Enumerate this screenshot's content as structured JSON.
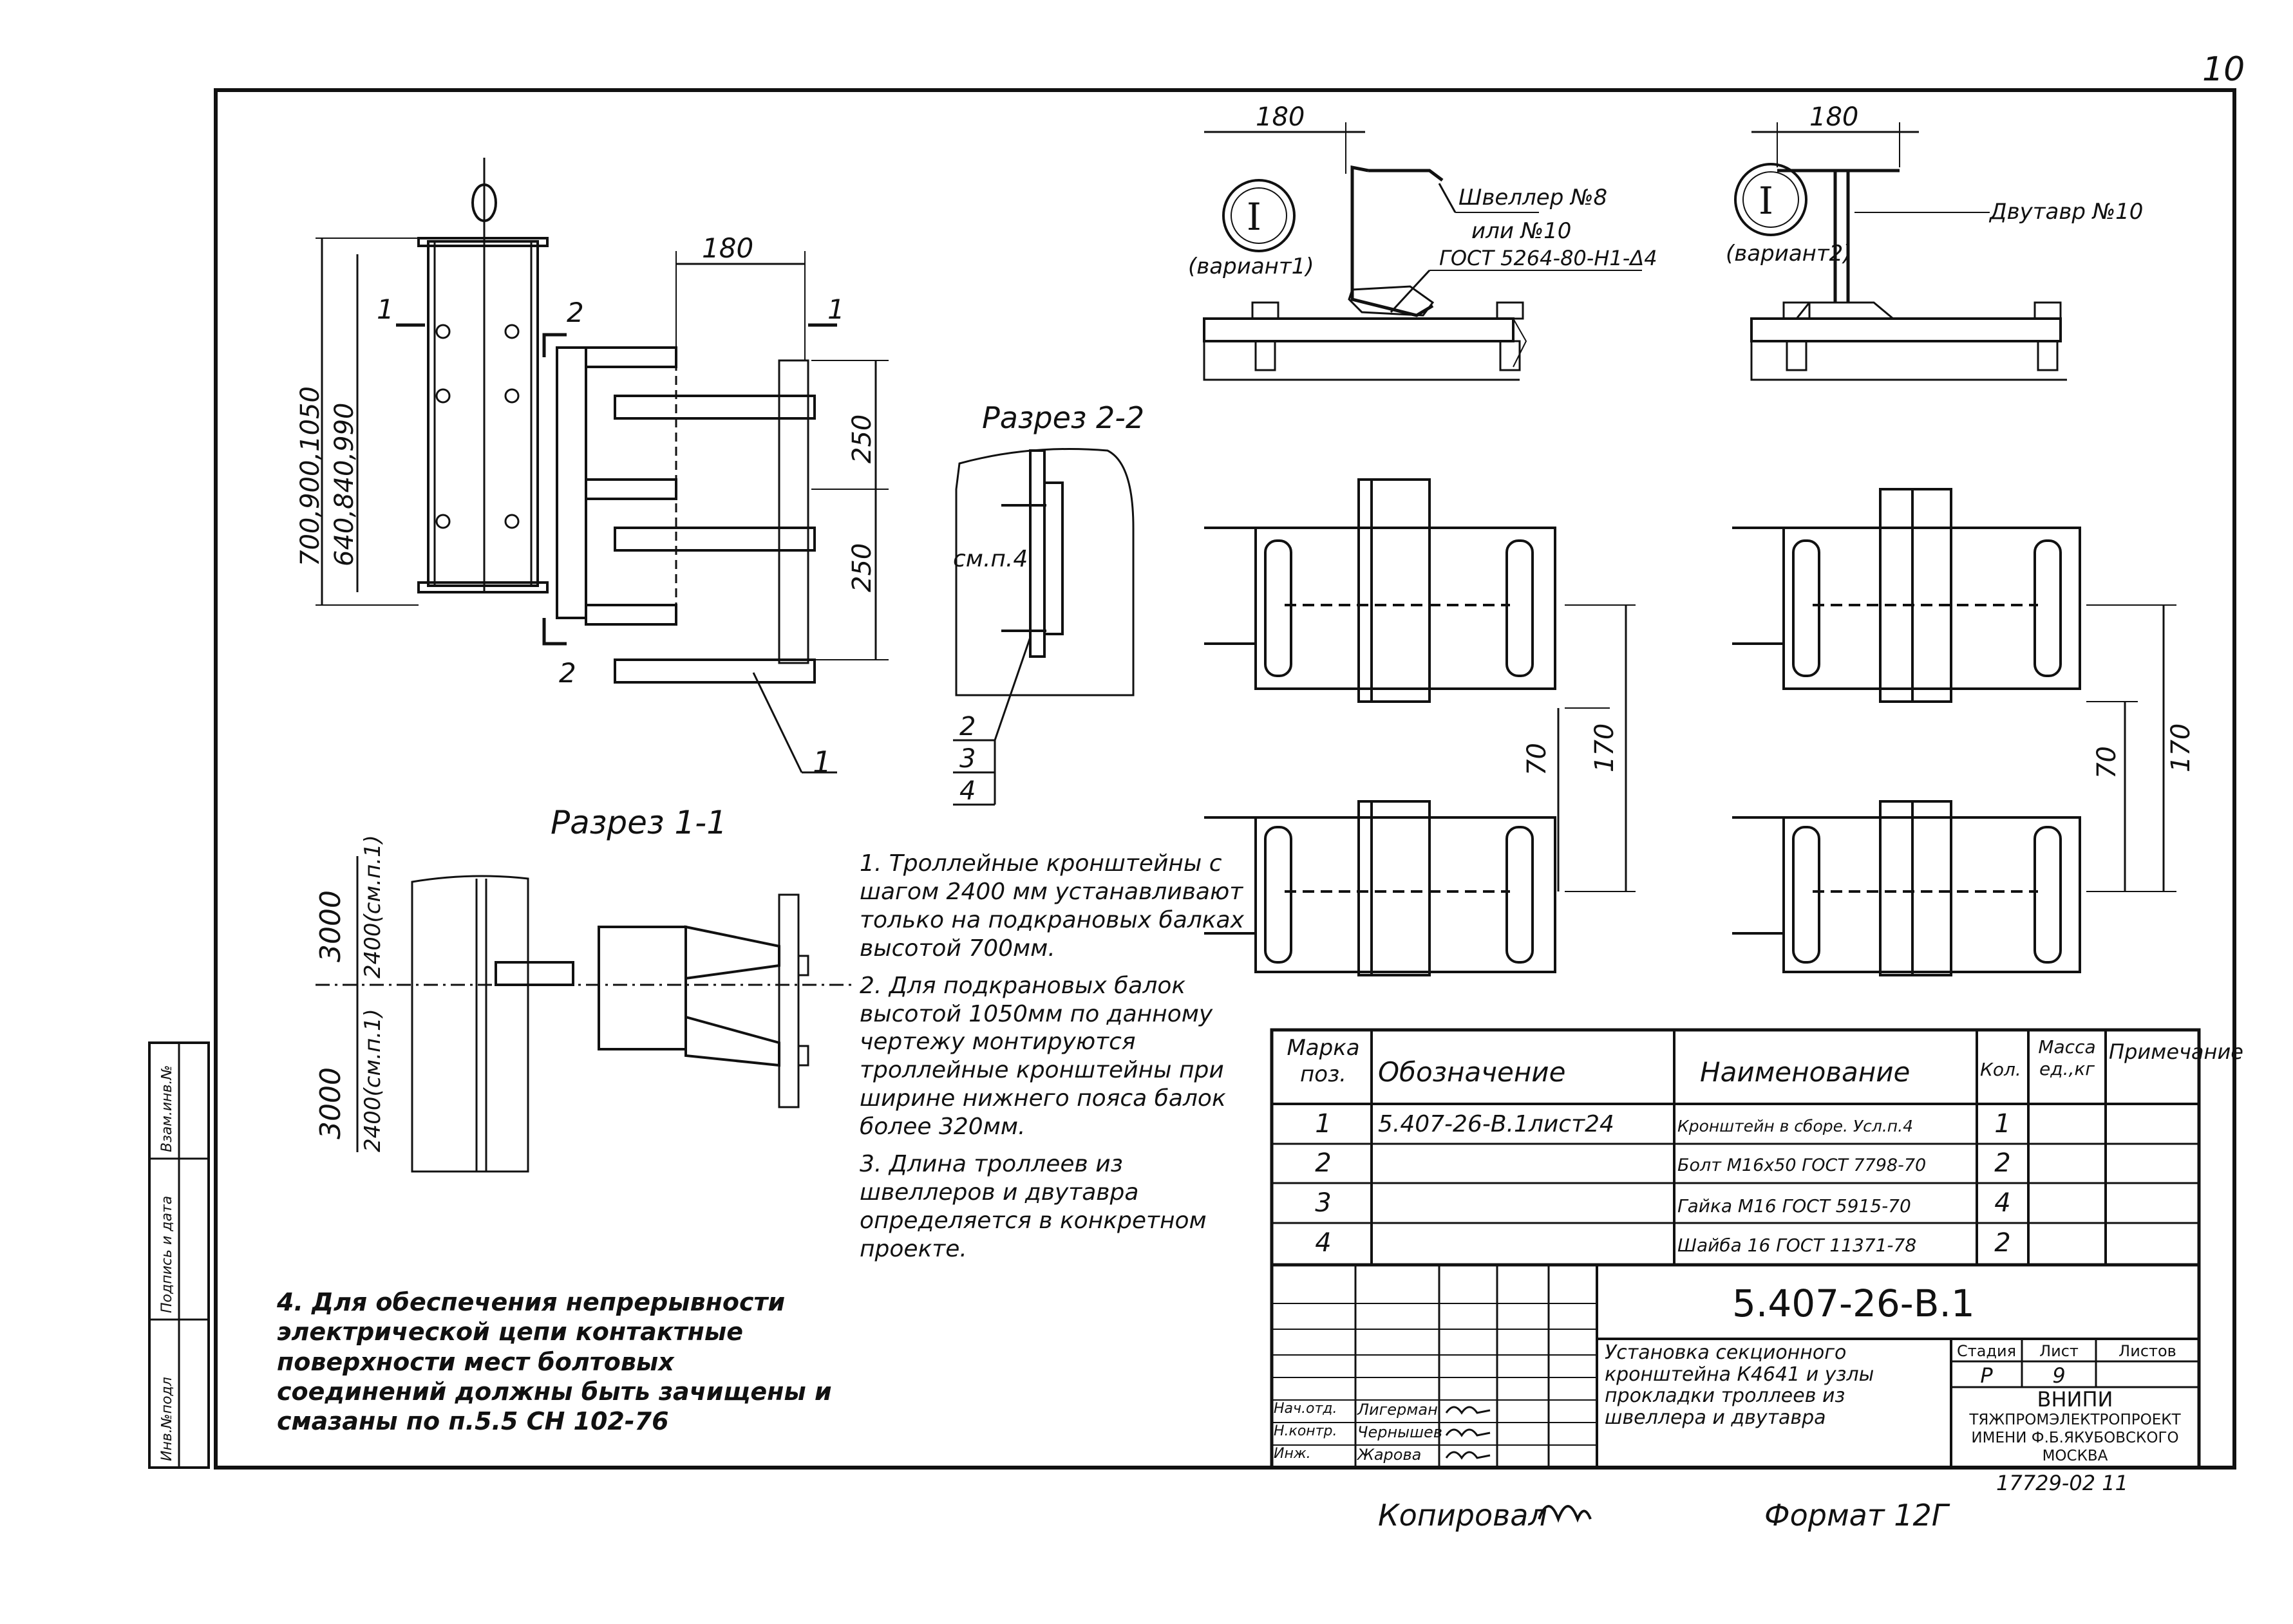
{
  "sheet_number": "10",
  "left_stamp": {
    "cells": [
      "Инв.№подл",
      "Подпись и дата",
      "Взам.инв.№"
    ]
  },
  "section_views": {
    "elevation": {
      "dim_width": "180",
      "dim_heights_outer": "700,900,1050",
      "dim_heights_inner": "640,840,990",
      "dim_spacing_top": "250",
      "dim_spacing_bottom": "250",
      "cut_1_left": "1",
      "cut_1_right": "1",
      "cut_2_top": "2",
      "cut_2_bottom": "2",
      "callout_1": "1"
    },
    "section_2_2": {
      "title": "Разрез 2-2",
      "ref_label": "см.п.4",
      "items": [
        "2",
        "3",
        "4"
      ]
    },
    "section_1_1": {
      "title": "Разрез 1-1",
      "dim_top_1": "3000",
      "dim_top_2": "2400(см.п.1)",
      "dim_bottom_1": "3000",
      "dim_bottom_2": "2400(см.п.1)"
    },
    "node_variant_1": {
      "dim": "180",
      "node_mark": "I",
      "variant": "(вариант1)",
      "profile_1": "Швеллер №8",
      "profile_2": "или №10",
      "standard": "ГОСТ 5264-80-Н1-Δ4"
    },
    "node_variant_2": {
      "dim": "180",
      "node_mark": "I",
      "variant": "(вариант2)",
      "profile": "Двутавр №10"
    },
    "plan_views": {
      "dim_small": "70",
      "dim_large": "170"
    }
  },
  "notes": [
    "1. Троллейные кронштейны с шагом 2400 мм устанавливают только на подкрановых балках высотой 700мм.",
    "2. Для подкрановых балок высотой 1050мм по данному чертежу монтируются троллейные кронштейны при ширине нижнего пояса балок более 320мм.",
    "3. Длина троллеев из швеллеров и двутавра определяется в конкретном проекте.",
    "4. Для обеспечения непрерывности электрической цепи контактные поверхности мест болтовых соединений должны быть зачищены и смазаны по п.5.5 СН 102-76"
  ],
  "spec_table": {
    "headers": [
      "Марка поз.",
      "Обозначение",
      "Наименование",
      "Кол.",
      "Масса ед.,кг",
      "Примечание"
    ],
    "rows": [
      [
        "1",
        "5.407-26-В.1лист24",
        "Кронштейн в сборе. Усл.п.4",
        "1",
        "",
        ""
      ],
      [
        "2",
        "",
        "Болт М16х50 ГОСТ 7798-70",
        "2",
        "",
        ""
      ],
      [
        "3",
        "",
        "Гайка М16 ГОСТ 5915-70",
        "4",
        "",
        ""
      ],
      [
        "4",
        "",
        "Шайба 16 ГОСТ 11371-78",
        "2",
        "",
        ""
      ]
    ]
  },
  "title_block": {
    "code": "5.407-26-В.1",
    "description": "Установка секционного кронштейна К4641 и узлы прокладки троллеев из швеллера и двутавра",
    "stage_label": "Стадия",
    "sheet_label": "Лист",
    "sheets_label": "Листов",
    "stage": "Р",
    "sheet": "9",
    "sheets": "",
    "org_1": "ВНИПИ",
    "org_2": "ТЯЖПРОМЭЛЕКТРОПРОЕКТ",
    "org_3": "ИМЕНИ Ф.Б.ЯКУБОВСКОГО",
    "org_4": "МОСКВА",
    "staff": [
      {
        "role": "Нач.отд.",
        "name": "Лигерман"
      },
      {
        "role": "Н.контр.",
        "name": "Чернышев"
      },
      {
        "role": "Инж.",
        "name": "Жарова"
      }
    ]
  },
  "footer": {
    "number": "17729-02  11",
    "copied": "Копировал",
    "format": "Формат 12Г"
  }
}
